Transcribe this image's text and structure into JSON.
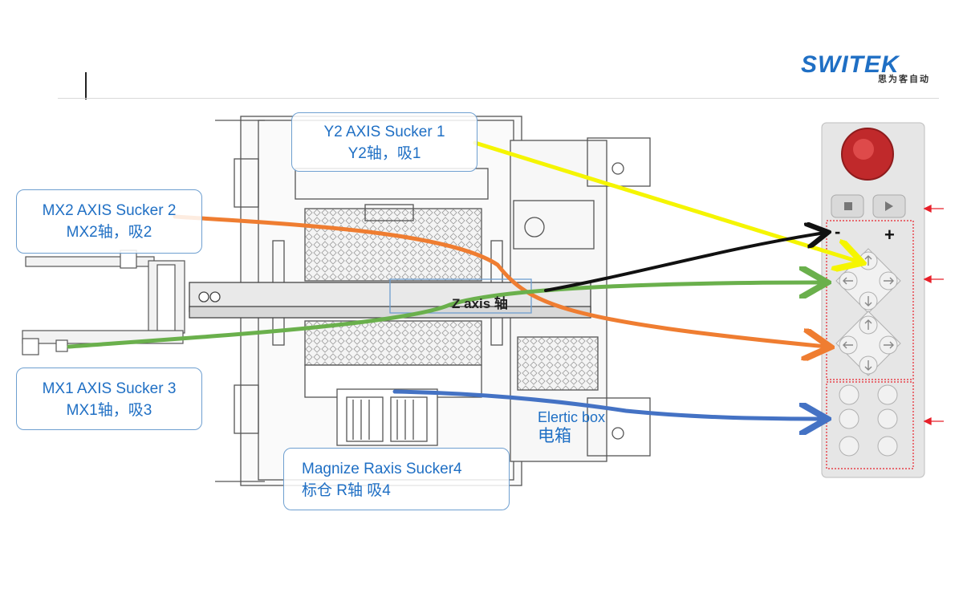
{
  "logo": {
    "main": "SWITEK",
    "sub": "思为客自动"
  },
  "labels": {
    "y2": {
      "line1": "Y2 AXIS   Sucker 1",
      "line2": "Y2轴，吸1"
    },
    "mx2": {
      "line1": "MX2 AXIS   Sucker 2",
      "line2": "MX2轴，吸2"
    },
    "mx1": {
      "line1": "MX1 AXIS   Sucker 3",
      "line2": "MX1轴，吸3"
    },
    "magazine": {
      "line1": "Magnize   Raxis  Sucker4",
      "line2": "标仓   R轴    吸4"
    },
    "z": "Z axis 轴",
    "electric": {
      "line1": "Elertic box",
      "line2": "电箱"
    }
  },
  "pendant": {
    "minus": "-",
    "plus": "+"
  },
  "arrow_colors": {
    "y2": "#f5f500",
    "mx2": "#ef7d31",
    "mx1": "#6ab04c",
    "z": "#111111",
    "magazine": "#4472c4",
    "marker": "#e8202a"
  }
}
